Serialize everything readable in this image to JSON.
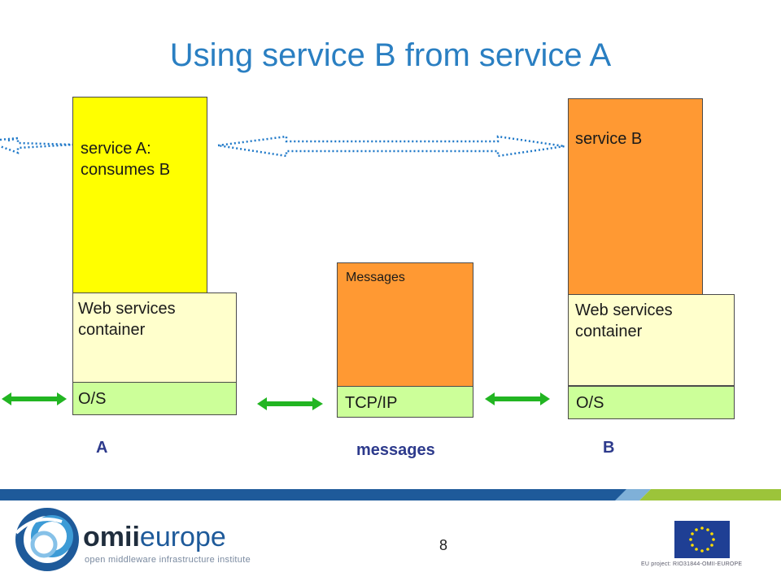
{
  "title": "Using service B from service A",
  "colors": {
    "title": "#2a7fc2",
    "service_a": "#ffff00",
    "service_b": "#ff9933",
    "messages": "#ff9933",
    "container": "#ffffcc",
    "os": "#ccff99",
    "arrow_green": "#22b522",
    "dotted_arrow": "#1e78c8",
    "label": "#2d3a8c"
  },
  "diagram": {
    "service_a": "service A:\nconsumes B",
    "service_b": "service B",
    "messages_box": "Messages",
    "container_a": "Web services\ncontainer",
    "container_b": "Web services\ncontainer",
    "os_a": "O/S",
    "tcpip": "TCP/IP",
    "os_b": "O/S",
    "label_a": "A",
    "label_messages": "messages",
    "label_b": "B"
  },
  "footer": {
    "page_number": "8",
    "eu_project": "EU project: RIO31844-OMII-EUROPE",
    "logo": {
      "brand_bold": "omii",
      "brand_light": "europe",
      "tagline": "open middleware infrastructure institute"
    },
    "eu_flag_icon": "eu-flag-icon"
  }
}
